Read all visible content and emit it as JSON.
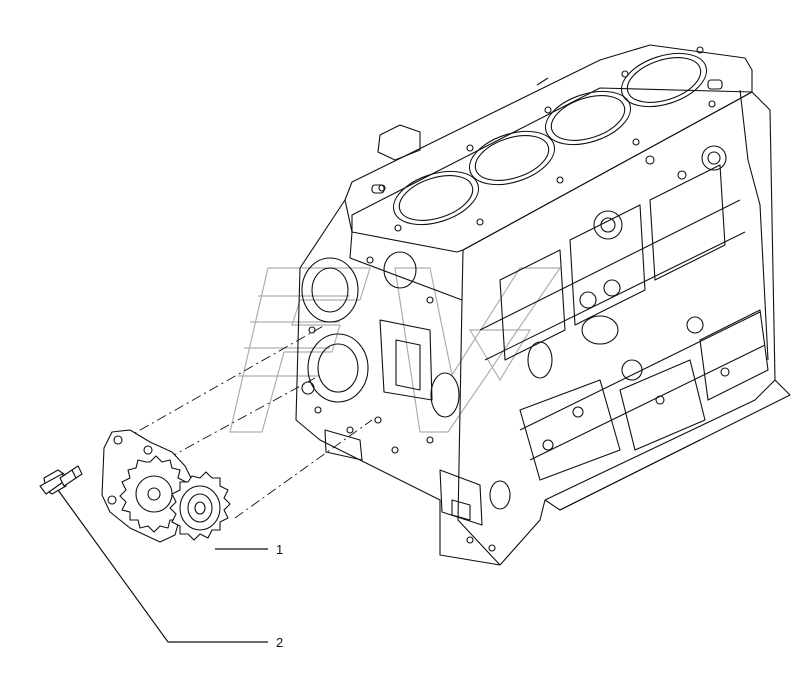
{
  "diagram": {
    "callouts": [
      {
        "id": "1",
        "label": "1",
        "part": "oil-pump"
      },
      {
        "id": "2",
        "label": "2",
        "part": "bolt"
      }
    ],
    "colors": {
      "line": "#111111",
      "background": "#ffffff",
      "watermark": "#9a9a9a"
    }
  }
}
